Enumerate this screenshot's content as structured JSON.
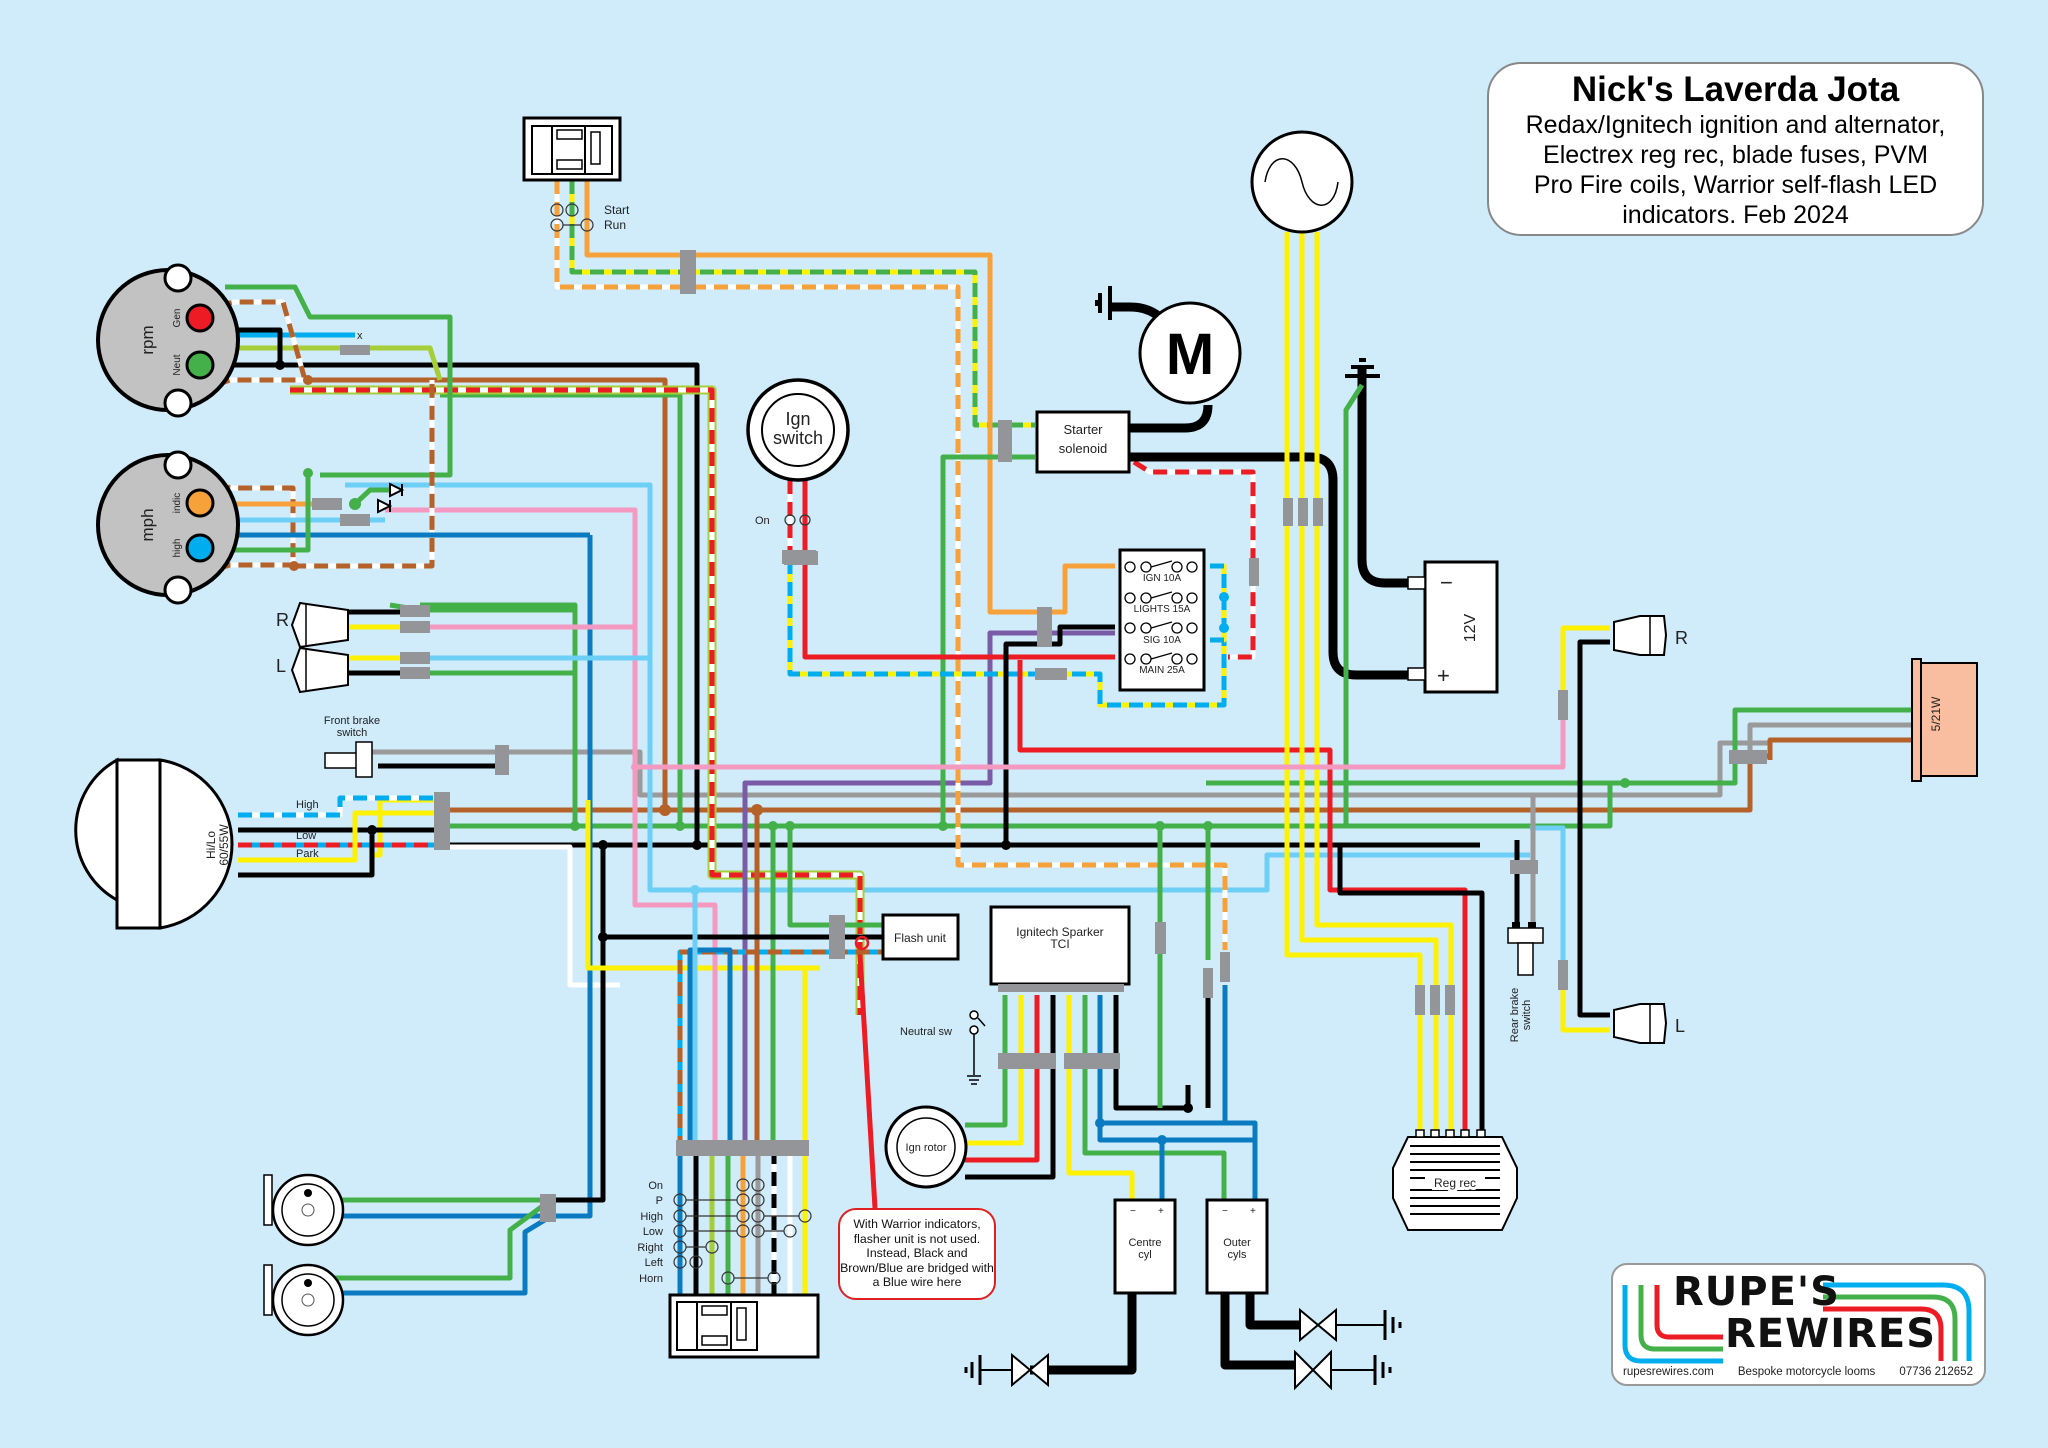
{
  "title": {
    "heading": "Nick's Laverda Jota",
    "lines": [
      "Redax/Ignitech ignition and alternator,",
      "Electrex reg rec, blade fuses, PVM",
      "Pro Fire coils, Warrior self-flash LED",
      "indicators. Feb 2024"
    ]
  },
  "logo": {
    "line1": "RUPE'S",
    "line2": "REWIRES",
    "website": "rupesrewires.com",
    "tagline": "Bespoke motorcycle looms",
    "phone": "07736 212652"
  },
  "wire_colors": {
    "green": "#43b049",
    "black": "#000000",
    "red": "#ed1c24",
    "yellow": "#fff200",
    "blue": "#0a7bc1",
    "light_blue": "#6dcff6",
    "sky_blue": "#00aeef",
    "brown": "#b5622a",
    "orange": "#f7a13a",
    "purple": "#7a5ba6",
    "pink": "#f49ac1",
    "grey": "#9a9a9a",
    "white": "#ffffff",
    "light_green": "#a6ce39",
    "connector": "#939598",
    "background": "#d0ebfa"
  },
  "components": {
    "rpm_gauge": {
      "name": "rpm",
      "terminals": [
        "Gen",
        "Neut"
      ],
      "unused_label": "x"
    },
    "mph_gauge": {
      "name": "mph",
      "terminals": [
        "indic",
        "high"
      ]
    },
    "front_indicators": {
      "right": "R",
      "left": "L"
    },
    "rear_indicators": {
      "right": "R",
      "left": "L"
    },
    "front_brake_switch": [
      "Front brake",
      "switch"
    ],
    "rear_brake_switch": [
      "Rear brake",
      "switch"
    ],
    "headlight": {
      "lines": [
        "Hi/Lo",
        "60/55W"
      ],
      "wires": [
        "High",
        "Low",
        "Park"
      ]
    },
    "start_switch": {
      "positions": [
        "Start",
        "Run"
      ]
    },
    "ignition_switch": {
      "lines": [
        "Ign",
        "switch"
      ],
      "position": "On"
    },
    "starter_motor": "M",
    "starter_solenoid": [
      "Starter",
      "solenoid"
    ],
    "alternator": "~",
    "battery": {
      "voltage": "12V",
      "neg": "−",
      "pos": "+"
    },
    "fuse_box": [
      "IGN 10A",
      "LIGHTS 15A",
      "SIG 10A",
      "MAIN 25A"
    ],
    "flash_unit": "Flash unit",
    "neutral_switch": "Neutral sw",
    "tci": [
      "Ignitech Sparker",
      "TCI"
    ],
    "ign_rotor": "Ign rotor",
    "coils": [
      {
        "lines": [
          "Centre",
          "cyl"
        ],
        "neg": "−",
        "pos": "+"
      },
      {
        "lines": [
          "Outer",
          "cyls"
        ],
        "neg": "−",
        "pos": "+"
      }
    ],
    "reg_rec": "Reg rec",
    "tail_light": "5/21W",
    "switch_positions": [
      "On",
      "P",
      "High",
      "Low",
      "Right",
      "Left",
      "Horn"
    ]
  },
  "note": "With Warrior indicators, flasher unit is not used. Instead, Black and Brown/Blue are bridged with a Blue wire here"
}
